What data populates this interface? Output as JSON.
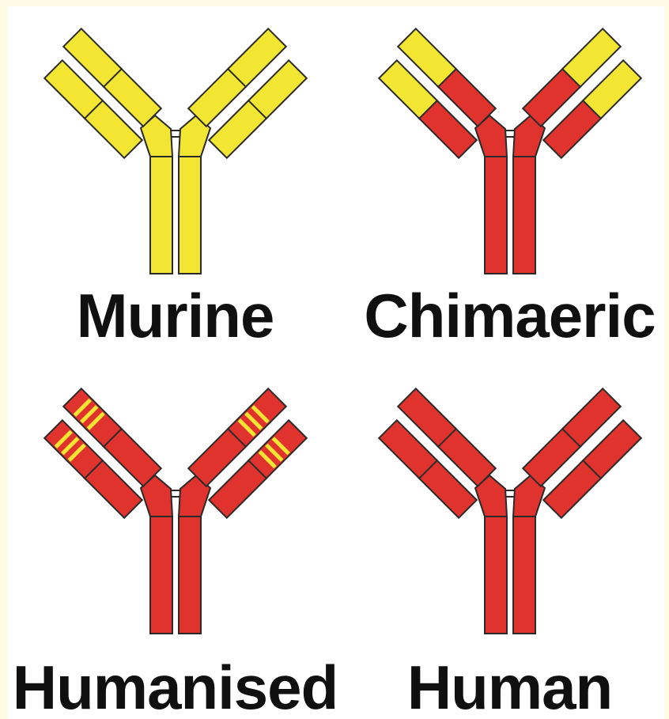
{
  "colors": {
    "murine_yellow": "#f2e633",
    "human_red": "#e0332e",
    "outline": "#2a2a2a",
    "border_tint": "#fffbe6"
  },
  "antibodies": [
    {
      "id": "murine",
      "label": "Murine",
      "variant": "murine"
    },
    {
      "id": "chimaeric",
      "label": "Chimaeric",
      "variant": "chimaeric"
    },
    {
      "id": "humanised",
      "label": "Humanised",
      "variant": "humanised"
    },
    {
      "id": "human",
      "label": "Human",
      "variant": "human"
    }
  ]
}
